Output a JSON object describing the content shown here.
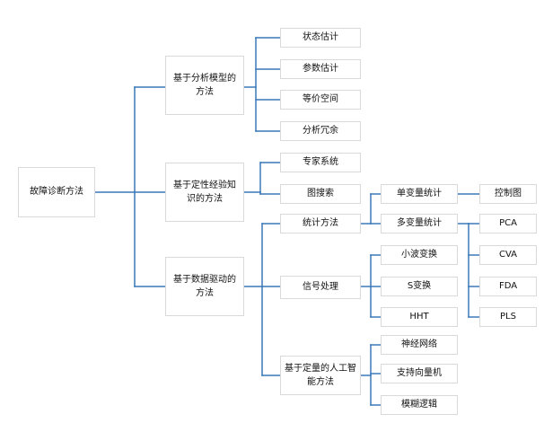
{
  "colors": {
    "line": "#3a78b8",
    "box_border": "#d9d9d9",
    "text": "#111111",
    "background": "#ffffff"
  },
  "root": "故障诊断方法",
  "branches": {
    "analysis": "基于分析模型的方法",
    "knowledge": "基于定性经验知识的方法",
    "data": "基于数据驱动的方法"
  },
  "analysis_methods": {
    "state": "状态估计",
    "param": "参数估计",
    "equiv": "等价空间",
    "redundancy": "分析冗余"
  },
  "knowledge_methods": {
    "expert": "专家系统",
    "graph_search": "图搜索"
  },
  "data_methods": {
    "statistical": "统计方法",
    "signal": "信号处理",
    "ai": "基于定量的人工智能方法"
  },
  "statistical_methods": {
    "univariate": "单变量统计",
    "multivariate": "多变量统计"
  },
  "univariate_methods": {
    "control_chart": "控制图"
  },
  "multivariate_methods": {
    "pca": "PCA",
    "cva": "CVA",
    "fda": "FDA",
    "pls": "PLS"
  },
  "signal_methods": {
    "wavelet": "小波变换",
    "s_transform": "S变换",
    "hht": "HHT"
  },
  "ai_methods": {
    "nn": "神经网络",
    "svm": "支持向量机",
    "fuzzy": "模糊逻辑"
  }
}
